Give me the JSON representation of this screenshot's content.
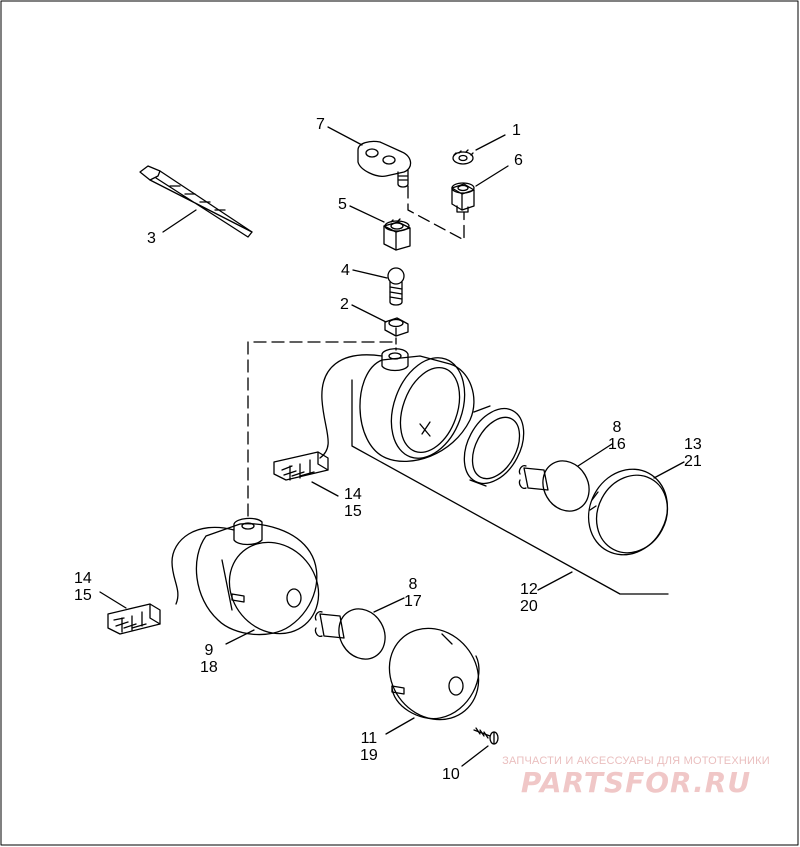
{
  "callouts": {
    "c1": "1",
    "c2": "2",
    "c3": "3",
    "c4": "4",
    "c5": "5",
    "c6": "6",
    "c7": "7",
    "c8_16": [
      "8",
      "16"
    ],
    "c13_21": [
      "13",
      "21"
    ],
    "c14_15_right": [
      "14",
      "15"
    ],
    "c14_15_left": [
      "14",
      "15"
    ],
    "c12_20": [
      "12",
      "20"
    ],
    "c8_17": [
      "8",
      "17"
    ],
    "c9_18": [
      "9",
      "18"
    ],
    "c11_19": [
      "11",
      "19"
    ],
    "c10": "10"
  },
  "watermark": {
    "tagline": "ЗАПЧАСТИ И АКСЕССУАРЫ ДЛЯ МОТОТЕХНИКИ",
    "brand": "PARTSFOR.RU"
  },
  "colors": {
    "ink": "#000000",
    "background": "#ffffff",
    "watermark": "#e59a9a"
  }
}
